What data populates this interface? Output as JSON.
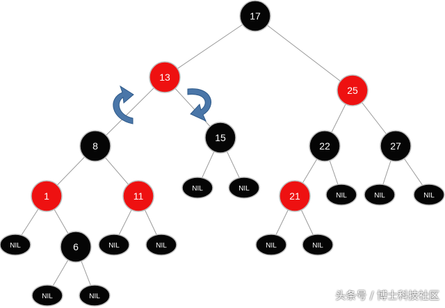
{
  "colors": {
    "red": "#ee1111",
    "black": "#050505",
    "edge": "#9a9a9a",
    "arrow": "#4a76a8",
    "text": "#ffffff"
  },
  "nodes": [
    {
      "id": "n17",
      "label": "17",
      "color": "black",
      "kind": "node"
    },
    {
      "id": "n13",
      "label": "13",
      "color": "red",
      "kind": "node"
    },
    {
      "id": "n25",
      "label": "25",
      "color": "red",
      "kind": "node"
    },
    {
      "id": "n8",
      "label": "8",
      "color": "black",
      "kind": "node"
    },
    {
      "id": "n15",
      "label": "15",
      "color": "black",
      "kind": "node"
    },
    {
      "id": "n22",
      "label": "22",
      "color": "black",
      "kind": "node"
    },
    {
      "id": "n27",
      "label": "27",
      "color": "black",
      "kind": "node"
    },
    {
      "id": "n1",
      "label": "1",
      "color": "red",
      "kind": "node"
    },
    {
      "id": "n11",
      "label": "11",
      "color": "red",
      "kind": "node"
    },
    {
      "id": "n21",
      "label": "21",
      "color": "red",
      "kind": "node"
    },
    {
      "id": "n6",
      "label": "6",
      "color": "black",
      "kind": "node"
    },
    {
      "id": "nil1",
      "label": "NIL",
      "color": "black",
      "kind": "nil"
    },
    {
      "id": "nil2",
      "label": "NIL",
      "color": "black",
      "kind": "nil"
    },
    {
      "id": "nil3",
      "label": "NIL",
      "color": "black",
      "kind": "nil"
    },
    {
      "id": "nil4",
      "label": "NIL",
      "color": "black",
      "kind": "nil"
    },
    {
      "id": "nil5",
      "label": "NIL",
      "color": "black",
      "kind": "nil"
    },
    {
      "id": "nil6",
      "label": "NIL",
      "color": "black",
      "kind": "nil"
    },
    {
      "id": "nil7",
      "label": "NIL",
      "color": "black",
      "kind": "nil"
    },
    {
      "id": "nil8",
      "label": "NIL",
      "color": "black",
      "kind": "nil"
    },
    {
      "id": "nil9",
      "label": "NIL",
      "color": "black",
      "kind": "nil"
    },
    {
      "id": "nil10",
      "label": "NIL",
      "color": "black",
      "kind": "nil"
    },
    {
      "id": "nil11",
      "label": "NIL",
      "color": "black",
      "kind": "nil"
    },
    {
      "id": "nil12",
      "label": "NIL",
      "color": "black",
      "kind": "nil"
    }
  ],
  "edges": [
    [
      "n17",
      "n13"
    ],
    [
      "n17",
      "n25"
    ],
    [
      "n13",
      "n8"
    ],
    [
      "n13",
      "n15"
    ],
    [
      "n25",
      "n22"
    ],
    [
      "n25",
      "n27"
    ],
    [
      "n8",
      "n1"
    ],
    [
      "n8",
      "n11"
    ],
    [
      "n15",
      "nil1"
    ],
    [
      "n15",
      "nil2"
    ],
    [
      "n22",
      "n21"
    ],
    [
      "n22",
      "nil3"
    ],
    [
      "n27",
      "nil4"
    ],
    [
      "n27",
      "nil5"
    ],
    [
      "n1",
      "nil6"
    ],
    [
      "n1",
      "n6"
    ],
    [
      "n11",
      "nil7"
    ],
    [
      "n11",
      "nil8"
    ],
    [
      "n21",
      "nil9"
    ],
    [
      "n21",
      "nil10"
    ],
    [
      "n6",
      "nil11"
    ],
    [
      "n6",
      "nil12"
    ]
  ],
  "rotation_arrows": [
    "left-rotation-arrow",
    "right-rotation-arrow"
  ],
  "watermark": "头条号 / 博士科技社区"
}
